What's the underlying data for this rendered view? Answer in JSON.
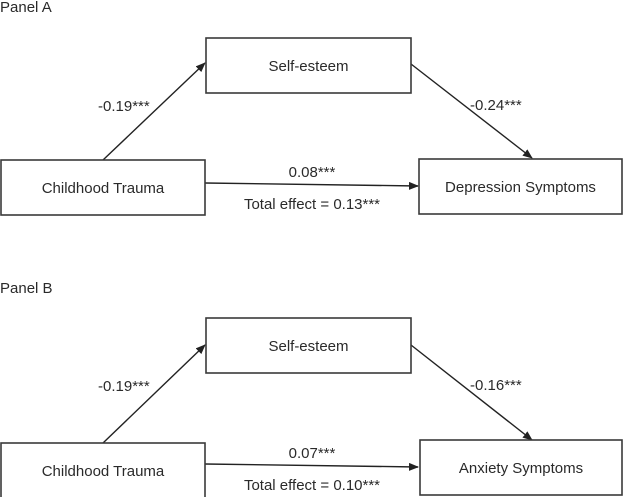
{
  "panels": [
    {
      "title": "Panel A",
      "nodes": {
        "predictor": "Childhood Trauma",
        "mediator": "Self-esteem",
        "outcome": "Depression Symptoms"
      },
      "paths": {
        "a": "-0.19***",
        "b": "-0.24***",
        "c_prime": "0.08***",
        "total": "Total effect = 0.13***"
      },
      "coefficients": {
        "a": -0.19,
        "b": -0.24,
        "c_prime": 0.08,
        "total": 0.13,
        "significance": "***"
      }
    },
    {
      "title": "Panel B",
      "nodes": {
        "predictor": "Childhood Trauma",
        "mediator": "Self-esteem",
        "outcome": "Anxiety Symptoms"
      },
      "paths": {
        "a": "-0.19***",
        "b": "-0.16***",
        "c_prime": "0.07***",
        "total": "Total effect = 0.10***"
      },
      "coefficients": {
        "a": -0.19,
        "b": -0.16,
        "c_prime": 0.07,
        "total": 0.1,
        "significance": "***"
      }
    }
  ]
}
